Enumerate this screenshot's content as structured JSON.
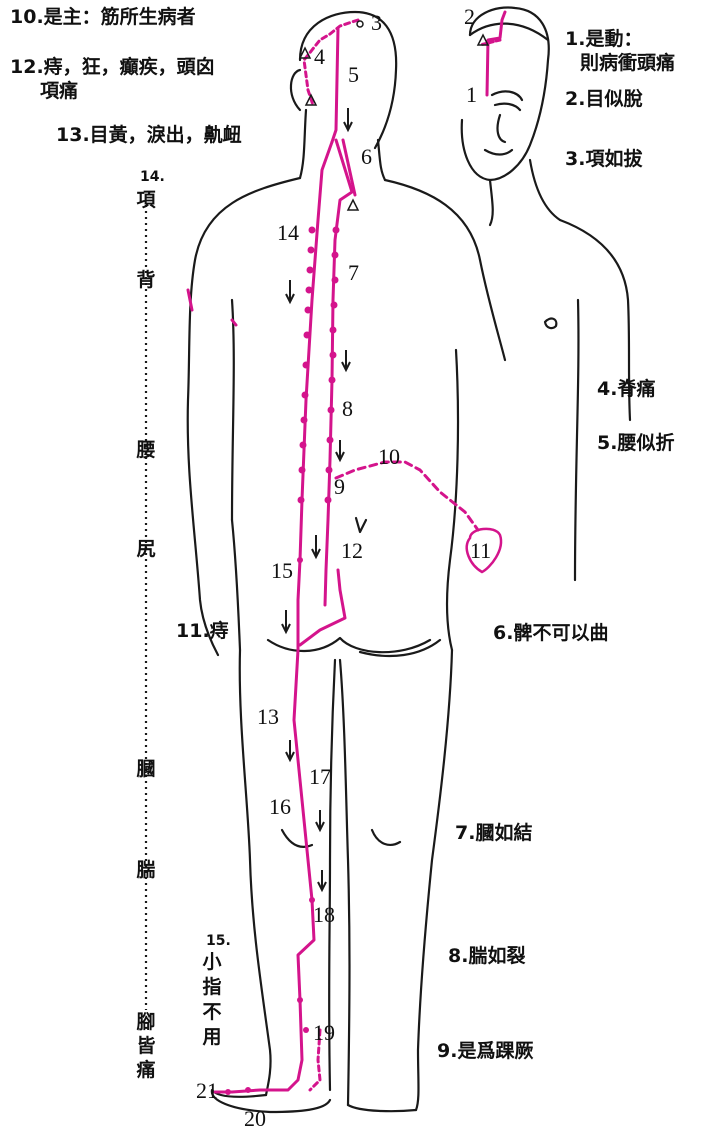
{
  "colors": {
    "meridian": "#d4148c",
    "ink": "#1a1a1a",
    "background": "#ffffff"
  },
  "symptoms_left": {
    "s10": "10.是主：筋所生病者",
    "s12_line1": "12.痔，狂，癲疾，頭囟",
    "s12_line2": "項痛",
    "s13": "13.目黃，淚出，鼽衄",
    "s14_num": "14.",
    "s14_chars": [
      "項",
      "背",
      "腰",
      "尻",
      "膕",
      "腨",
      "腳",
      "皆",
      "痛"
    ],
    "s11": "11.痔",
    "s15_num": "15.",
    "s15_chars": [
      "小",
      "指",
      "不",
      "用"
    ]
  },
  "symptoms_right": {
    "s1_line1": "1.是動：",
    "s1_line2": "則病衝頭痛",
    "s2": "2.目似脫",
    "s3": "3.項如拔",
    "s4": "4.脊痛",
    "s5": "5.腰似折",
    "s6": "6.髀不可以曲",
    "s7": "7.膕如結",
    "s8": "8.腨如裂",
    "s9": "9.是爲踝厥"
  },
  "point_numbers": {
    "n1": "1",
    "n2": "2",
    "n3": "3",
    "n4": "4",
    "n5": "5",
    "n6": "6",
    "n7": "7",
    "n8": "8",
    "n9": "9",
    "n10": "10",
    "n11": "11",
    "n12": "12",
    "n13": "13",
    "n14": "14",
    "n15": "15",
    "n16": "16",
    "n17": "17",
    "n18": "18",
    "n19": "19",
    "n20": "20",
    "n21": "21"
  }
}
